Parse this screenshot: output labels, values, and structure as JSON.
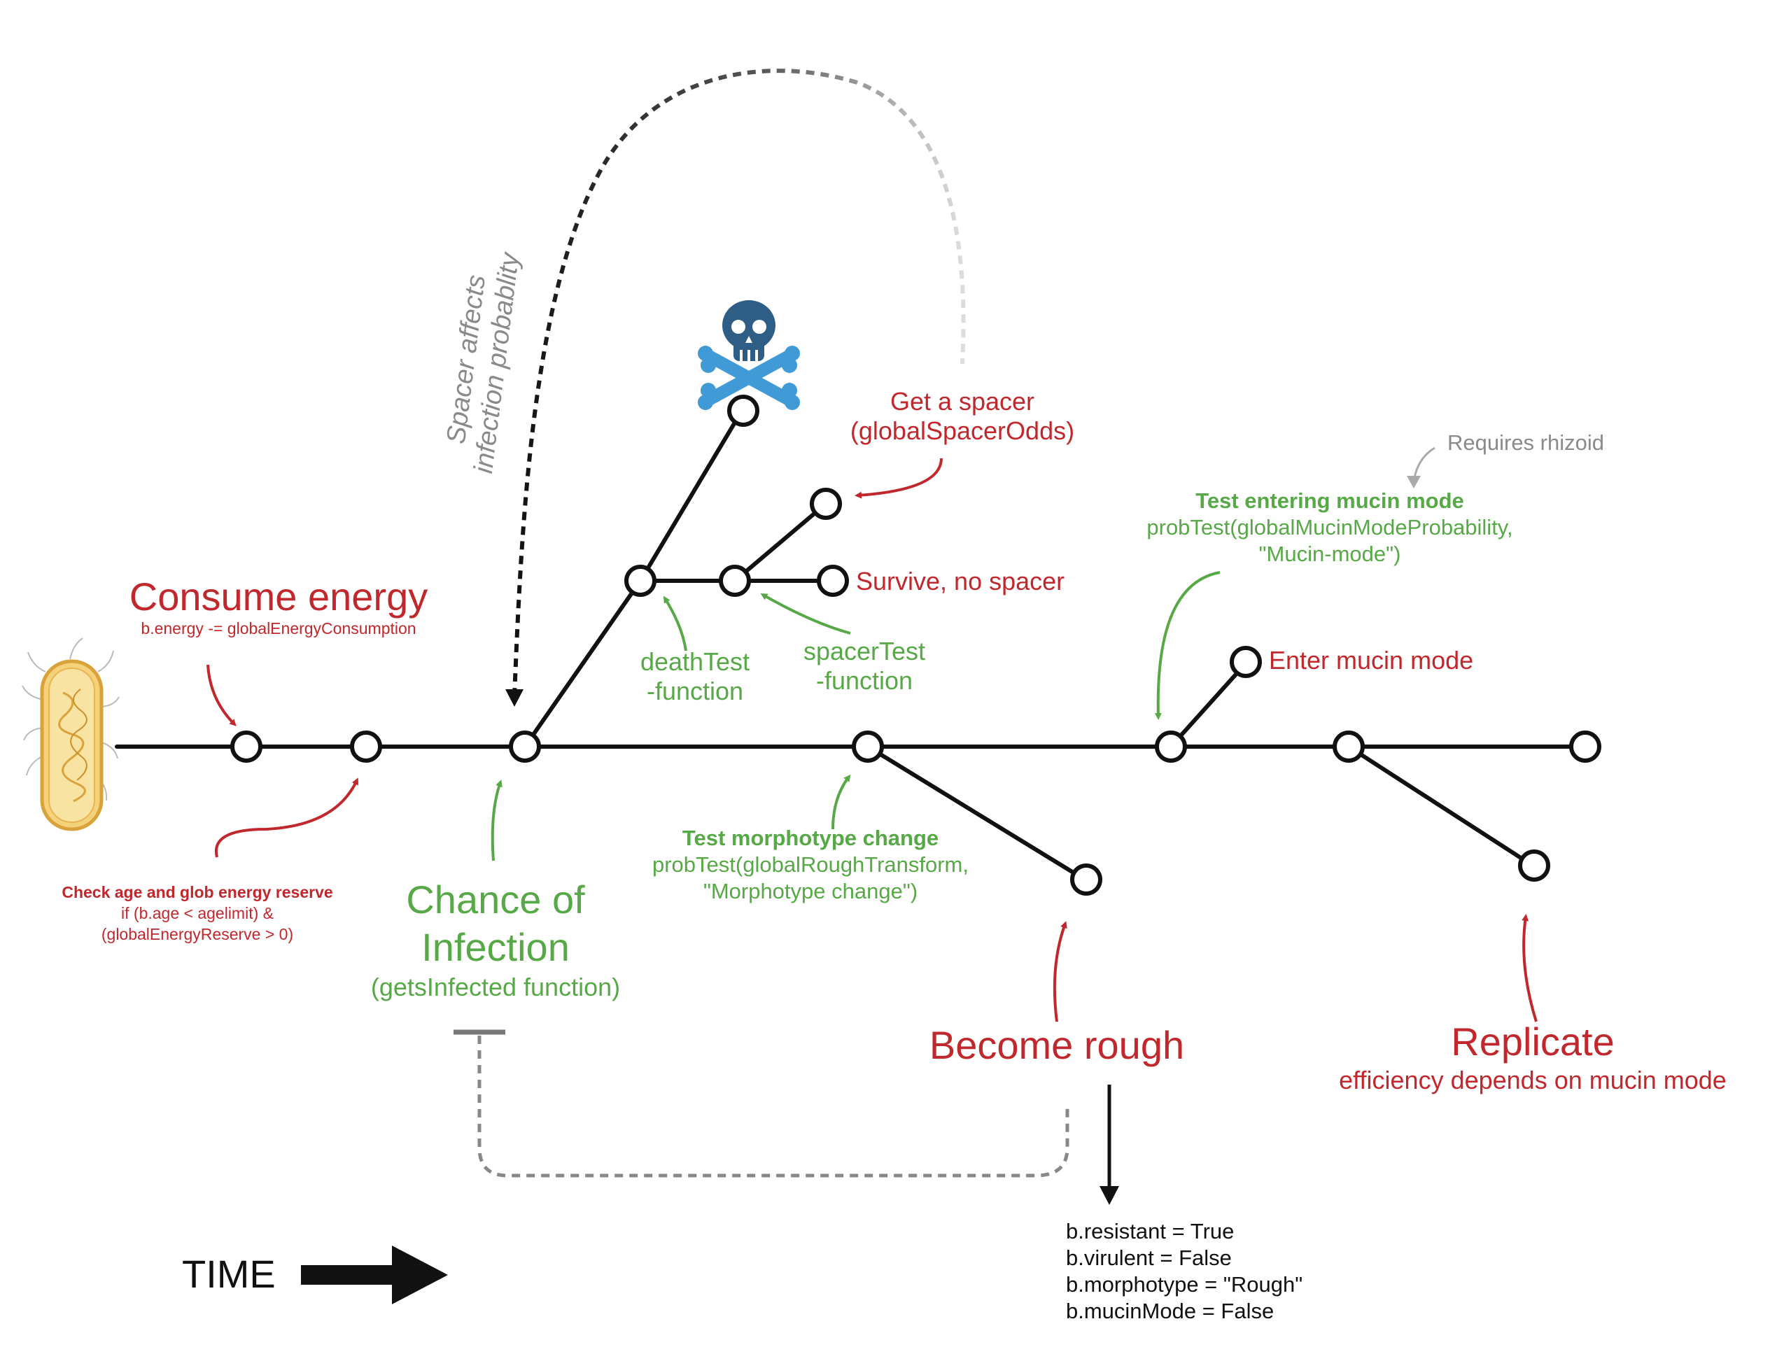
{
  "labels": {
    "consume_title": "Consume energy",
    "consume_code": "b.energy -= globalEnergyConsumption",
    "check_title": "Check age and glob energy reserve",
    "check_code1": "if (b.age < agelimit) &",
    "check_code2": "(globalEnergyReserve > 0)",
    "infection_line1": "Chance of",
    "infection_line2": "Infection",
    "infection_fn": "(getsInfected function)",
    "spacer_affects1": "Spacer affects",
    "spacer_affects2": "infection probablity",
    "get_spacer1": "Get a spacer",
    "get_spacer2": "(globalSpacerOdds)",
    "survive": "Survive, no spacer",
    "death_test1": "deathTest",
    "death_test2": "-function",
    "spacer_test1": "spacerTest",
    "spacer_test2": "-function",
    "morph_title": "Test morphotype change",
    "morph_code1": "probTest(globalRoughTransform,",
    "morph_code2": "\"Morphotype change\")",
    "requires_rhizoid": "Requires rhizoid",
    "mucin_title": "Test entering mucin mode",
    "mucin_code1": "probTest(globalMucinModeProbability,",
    "mucin_code2": "\"Mucin-mode\")",
    "enter_mucin": "Enter mucin mode",
    "become_rough": "Become rough",
    "replicate": "Replicate",
    "replicate_sub": "efficiency depends on mucin mode",
    "rough_props": [
      "b.resistant = True",
      "b.virulent = False",
      "b.morphotype = \"Rough\"",
      "b.mucinMode = False"
    ],
    "time": "TIME"
  },
  "colors": {
    "red": "#c0282d",
    "green": "#57a846",
    "grey": "#8a8a8a",
    "skull": "#2e5e86",
    "bones": "#3f9ad6",
    "cell": "#f4d27a"
  },
  "icons": {
    "death": "skull-crossbones-icon",
    "cell": "bacterium-icon",
    "time": "right-arrow-icon"
  }
}
